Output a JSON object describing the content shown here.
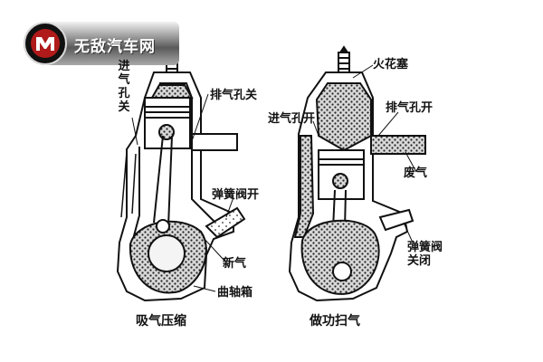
{
  "logo": {
    "text": "无敌汽车网",
    "icon": "letter-m-logo-icon"
  },
  "left_engine": {
    "caption": "吸气压缩",
    "labels": {
      "intake_port_closed": "进气孔关",
      "exhaust_port_closed": "排气孔关",
      "reed_valve_open": "弹簧阀开",
      "fresh_charge": "新气",
      "crankcase": "曲轴箱"
    }
  },
  "right_engine": {
    "caption": "做功扫气",
    "labels": {
      "spark_plug": "火花塞",
      "intake_port_open": "进气孔开",
      "exhaust_port_open": "排气孔开",
      "exhaust_gas": "废气",
      "reed_valve_closed": "弹簧阀关闭"
    }
  },
  "colors": {
    "line": "#111111",
    "logo_bg": "#111111"
  }
}
